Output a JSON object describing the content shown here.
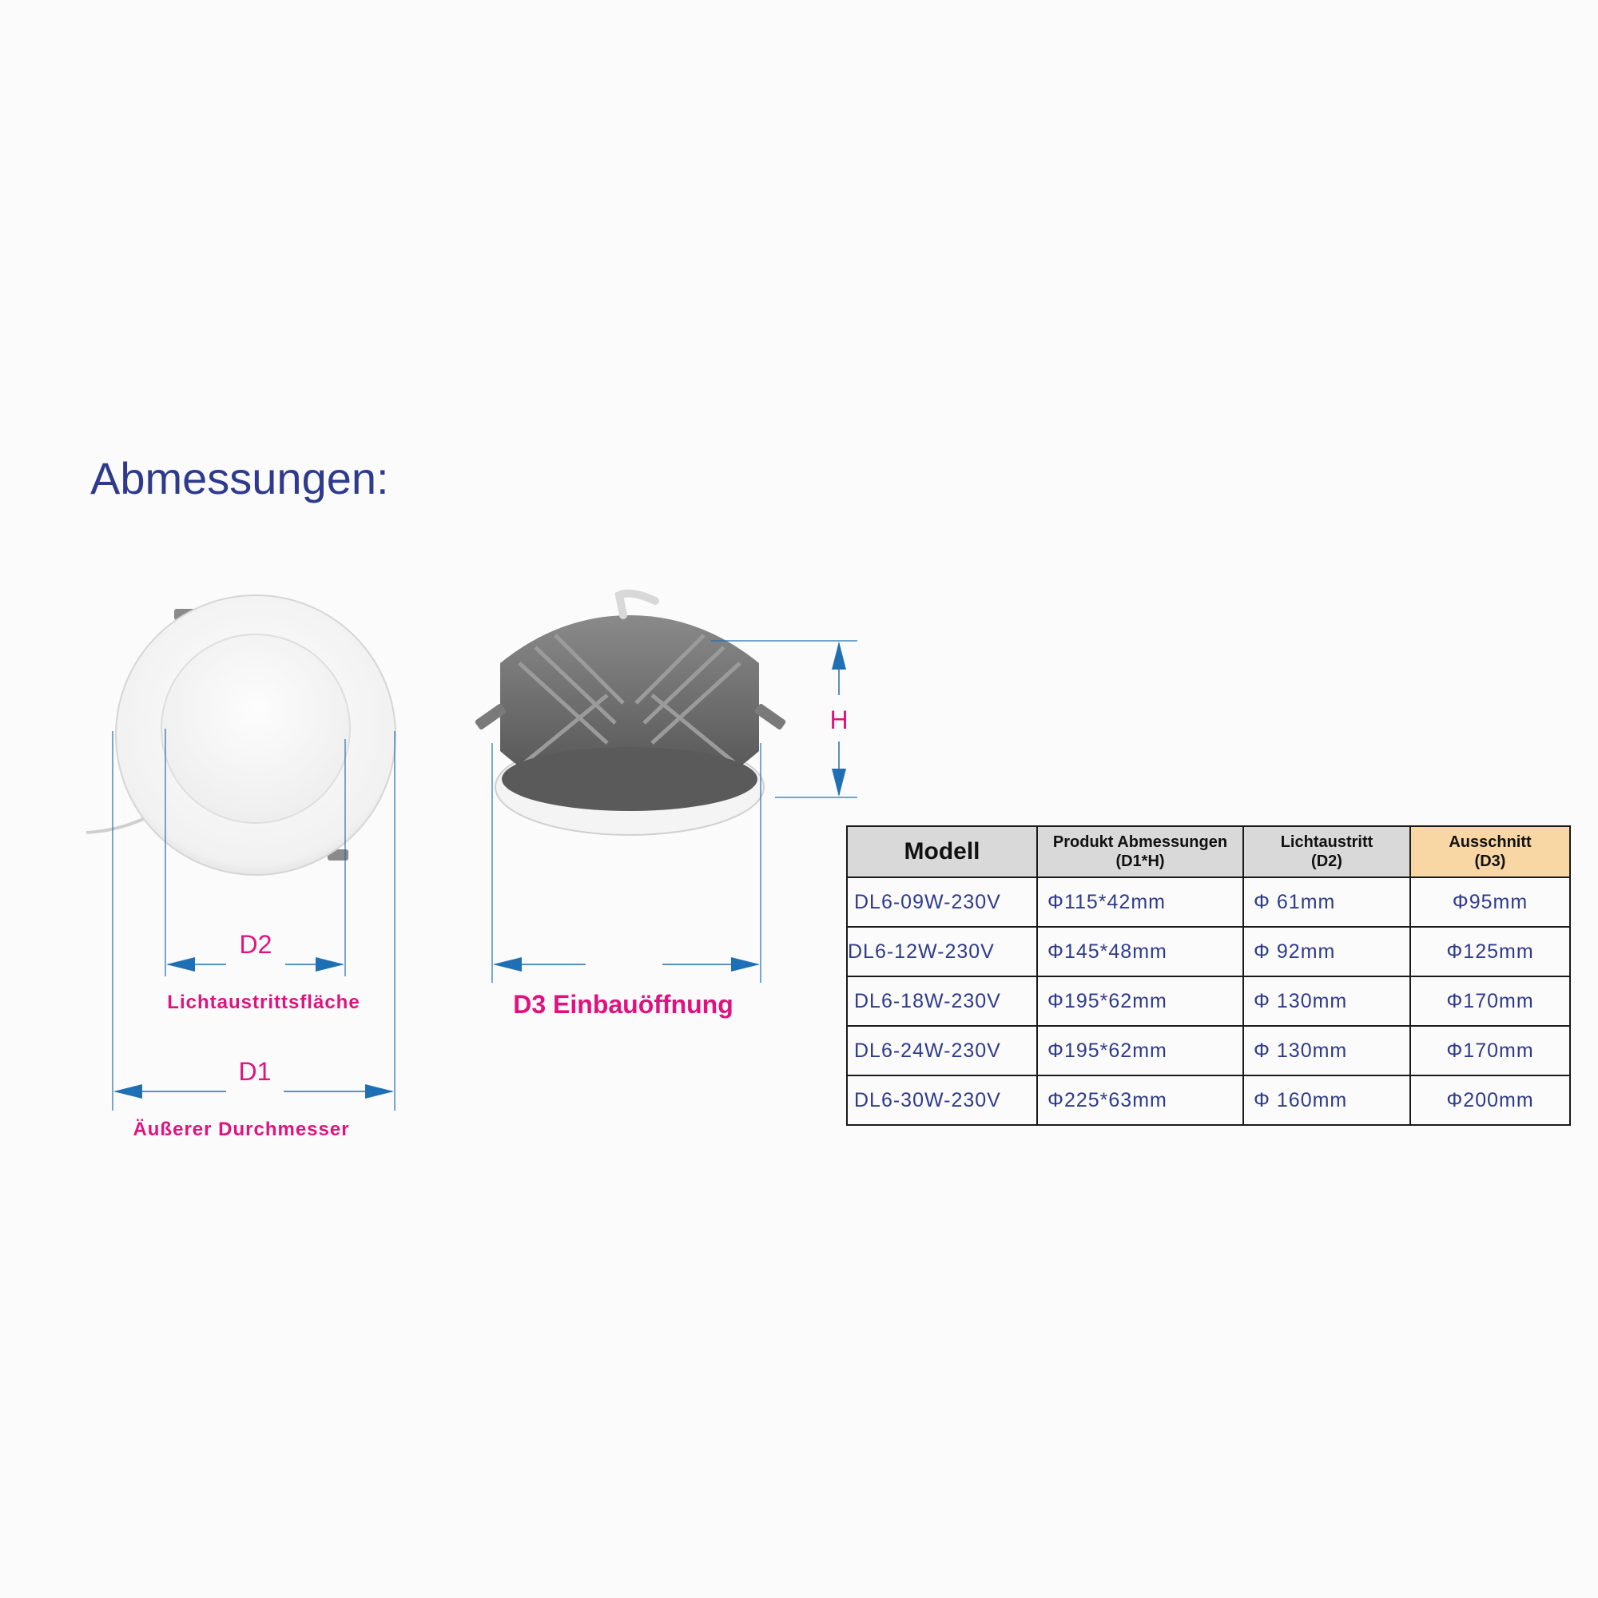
{
  "title": "Abmessungen:",
  "diagram": {
    "label_d2": "D2",
    "caption_d2": "Lichtaustrittsfläche",
    "label_d1": "D1",
    "caption_d1": "Äußerer Durchmesser",
    "label_h": "H",
    "caption_d3": "D3 Einbauöffnung"
  },
  "colors": {
    "title": "#2e3a8c",
    "labels": "#e0127f",
    "dimension_lines": "#1f6fb5",
    "table_text": "#2e3a8c",
    "header_bg": "#d9d9d9",
    "cutout_header_bg": "#f8d7a4"
  },
  "table": {
    "headers": {
      "model": "Modell",
      "dimensions_line1": "Produkt Abmessungen",
      "dimensions_line2": "(D1*H)",
      "light_line1": "Lichtaustritt",
      "light_line2": "(D2)",
      "cutout_line1": "Ausschnitt",
      "cutout_line2": "(D3)"
    },
    "rows": [
      {
        "model": "DL6-09W-230V",
        "dimensions": "Φ115*42mm",
        "light": "Φ 61mm",
        "cutout": "Φ95mm"
      },
      {
        "model": "DL6-12W-230V",
        "dimensions": "Φ145*48mm",
        "light": "Φ 92mm",
        "cutout": "Φ125mm"
      },
      {
        "model": "DL6-18W-230V",
        "dimensions": "Φ195*62mm",
        "light": "Φ 130mm",
        "cutout": "Φ170mm"
      },
      {
        "model": "DL6-24W-230V",
        "dimensions": "Φ195*62mm",
        "light": "Φ 130mm",
        "cutout": "Φ170mm"
      },
      {
        "model": "DL6-30W-230V",
        "dimensions": "Φ225*63mm",
        "light": "Φ 160mm",
        "cutout": "Φ200mm"
      }
    ]
  }
}
